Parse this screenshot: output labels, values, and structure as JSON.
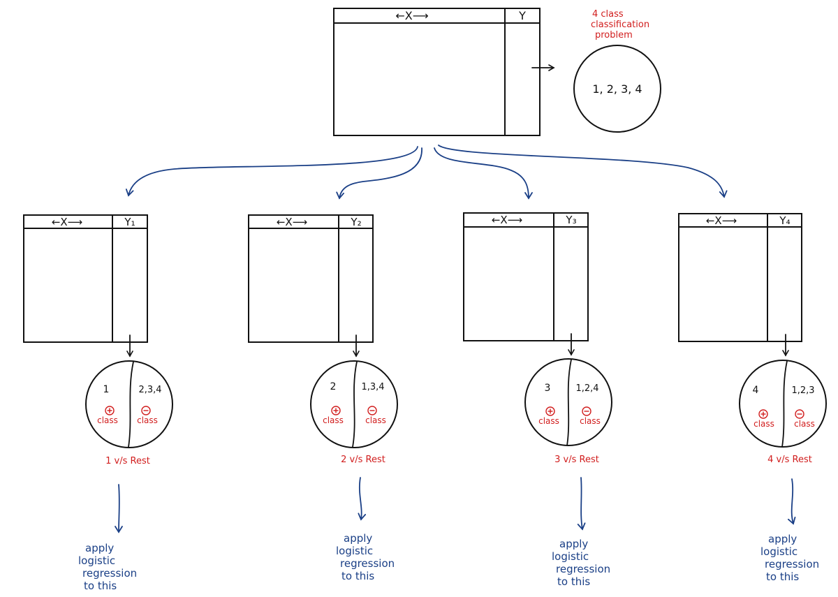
{
  "colors": {
    "ink": "#111111",
    "accent_red": "#d11d1d",
    "accent_blue": "#1a3f86"
  },
  "main_table": {
    "x_label": "←X⟶",
    "y_label": "Y"
  },
  "problem_note": {
    "line1": "4 class",
    "line2": "classification",
    "line3": "problem"
  },
  "main_circle_label": "1, 2, 3, 4",
  "subproblems": [
    {
      "x_label": "←X⟶",
      "y_label": "Y₁",
      "positive": "1",
      "negative": "2,3,4",
      "plus_label": "class",
      "minus_label": "class",
      "caption": "1 v/s Rest",
      "apply": [
        "apply",
        "logistic",
        "regression",
        "to this"
      ]
    },
    {
      "x_label": "←X⟶",
      "y_label": "Y₂",
      "positive": "2",
      "negative": "1,3,4",
      "plus_label": "class",
      "minus_label": "class",
      "caption": "2 v/s Rest",
      "apply": [
        "apply",
        "logistic",
        "regression",
        "to this"
      ]
    },
    {
      "x_label": "←X⟶",
      "y_label": "Y₃",
      "positive": "3",
      "negative": "1,2,4",
      "plus_label": "class",
      "minus_label": "class",
      "caption": "3 v/s Rest",
      "apply": [
        "apply",
        "logistic",
        "regression",
        "to this"
      ]
    },
    {
      "x_label": "←X⟶",
      "y_label": "Y₄",
      "positive": "4",
      "negative": "1,2,3",
      "plus_label": "class",
      "minus_label": "class",
      "caption": "4 v/s Rest",
      "apply": [
        "apply",
        "logistic",
        "regression",
        "to this"
      ]
    }
  ]
}
